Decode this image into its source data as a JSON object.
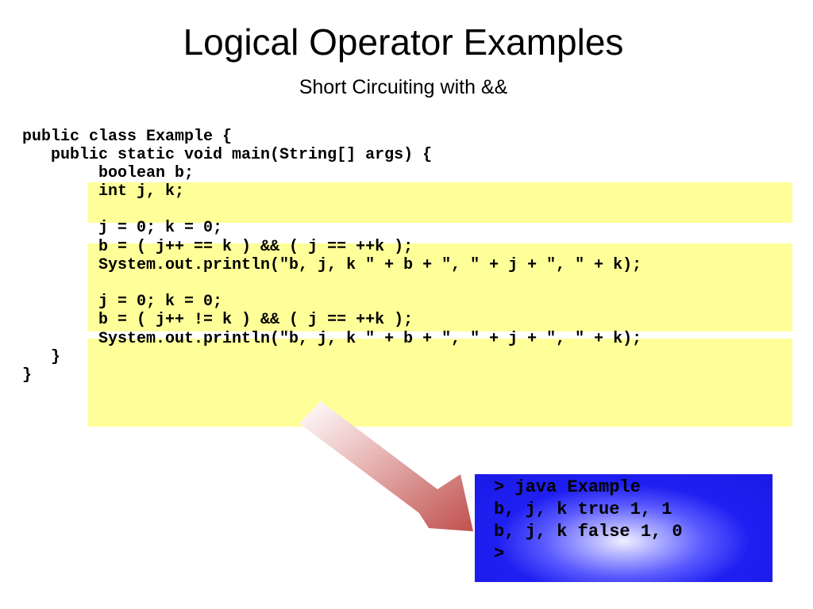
{
  "slide": {
    "title": "Logical Operator Examples",
    "subtitle": "Short Circuiting with &&"
  },
  "code": {
    "lines": [
      "public class Example {",
      "   public static void main(String[] args) {",
      "        boolean b;",
      "        int j, k;",
      "",
      "        j = 0; k = 0;",
      "        b = ( j++ == k ) && ( j == ++k );",
      "        System.out.println(\"b, j, k \" + b + \", \" + j + \", \" + k);",
      "",
      "        j = 0; k = 0;",
      "        b = ( j++ != k ) && ( j == ++k );",
      "        System.out.println(\"b, j, k \" + b + \", \" + j + \", \" + k);",
      "   }",
      "}"
    ]
  },
  "console": {
    "lines": [
      "> java Example",
      "b, j, k true 1, 1",
      "b, j, k false 1, 0",
      ">"
    ]
  },
  "colors": {
    "highlight": "#ffff99",
    "console_background": "#1f1ff2",
    "arrow": "#c0504d"
  }
}
